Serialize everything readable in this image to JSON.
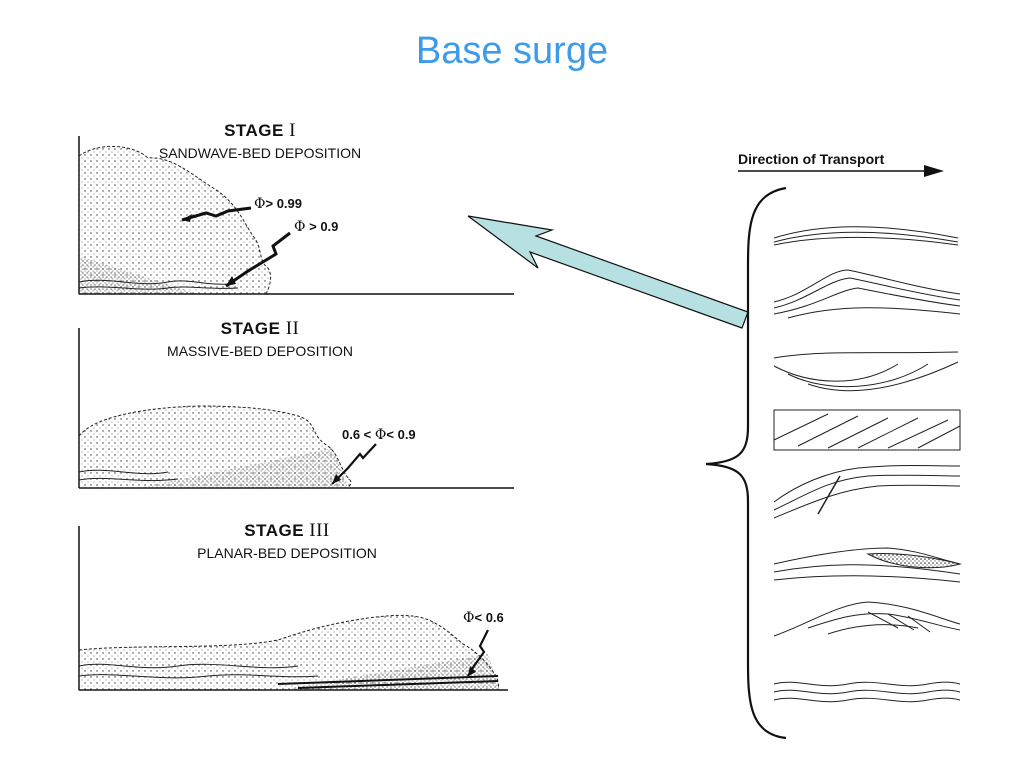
{
  "slide": {
    "title": "Base surge"
  },
  "stages": [
    {
      "title": "STAGE",
      "numeral": "I",
      "subtitle": "SANDWAVE-BED DEPOSITION",
      "labels": [
        {
          "phi": "Φ",
          "text": "> 0.99"
        },
        {
          "phi": "Φ",
          "text": "> 0.9"
        }
      ]
    },
    {
      "title": "STAGE",
      "numeral": "II",
      "subtitle": "MASSIVE-BED DEPOSITION",
      "labels": [
        {
          "prefix": "0.6 <",
          "phi": "Φ",
          "text": "< 0.9"
        }
      ]
    },
    {
      "title": "STAGE",
      "numeral": "III",
      "subtitle": "PLANAR-BED DEPOSITION",
      "labels": [
        {
          "phi": "Φ",
          "text": "< 0.6"
        }
      ]
    }
  ],
  "bedforms": {
    "heading": "Direction of Transport",
    "count": 8
  },
  "colors": {
    "title": "#3d9be9",
    "arrow_fill": "#b7e0e3",
    "ink": "#111111"
  }
}
